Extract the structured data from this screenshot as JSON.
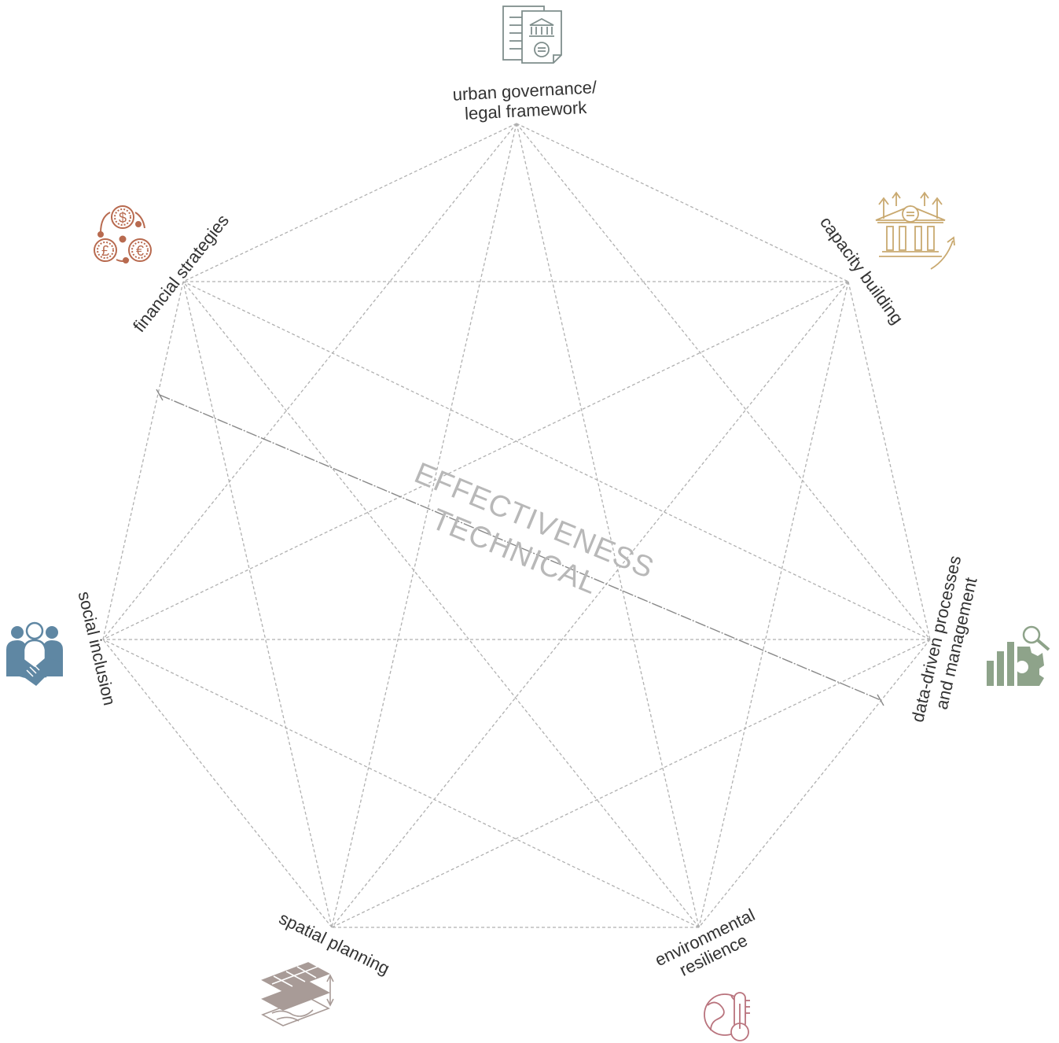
{
  "nodes": [
    {
      "id": "governance",
      "lines": [
        "urban governance/",
        "legal framework"
      ],
      "icon": "courthouse-document-icon",
      "color": "#7f8e8c"
    },
    {
      "id": "capacity",
      "lines": [
        "capacity building"
      ],
      "icon": "institution-growth-icon",
      "color": "#c9a970"
    },
    {
      "id": "data",
      "lines": [
        "data-driven processes",
        "and management"
      ],
      "icon": "chart-gear-search-icon",
      "color": "#8ea38a"
    },
    {
      "id": "environment",
      "lines": [
        "environmental",
        "resilience"
      ],
      "icon": "globe-thermometer-icon",
      "color": "#b9737d"
    },
    {
      "id": "spatial",
      "lines": [
        "spatial planning"
      ],
      "icon": "land-layers-icon",
      "color": "#a89b97"
    },
    {
      "id": "social",
      "lines": [
        "social inclusion"
      ],
      "icon": "people-handshake-icon",
      "color": "#5f87a3"
    },
    {
      "id": "financial",
      "lines": [
        "financial strategies"
      ],
      "icon": "currency-cycle-icon",
      "color": "#b86a4f"
    }
  ],
  "center": {
    "line1": "EFFECTIVENESS",
    "line2": "TECHNICAL"
  }
}
